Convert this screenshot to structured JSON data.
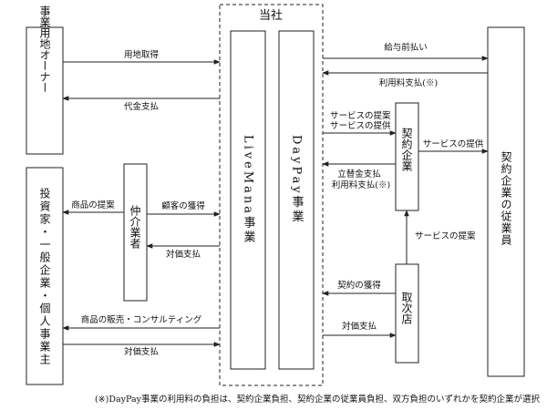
{
  "company_title": "当社",
  "entities": {
    "landowner": "事業用地オーナー",
    "investors": "投資家・一般企業・個人事業主",
    "broker": "仲介業者",
    "livemana": "LiveMana事業",
    "daypay": "DayPay事業",
    "contract_company": "契約企業",
    "agency": "取次店",
    "employees": "契約企業の従業員"
  },
  "flows": {
    "land_acquisition": "用地取得",
    "payment_to_owner": "代金支払",
    "product_proposal": "商品の提案",
    "customer_acquisition": "顧客の獲得",
    "price_payment_broker": "対価支払",
    "sales_consulting": "商品の販売・コンサルティング",
    "price_payment_investors": "対価支払",
    "salary_advance": "給与前払い",
    "usage_fee_payment": "利用料支払(※)",
    "service_proposal_provision_1": "サービスの提案",
    "service_proposal_provision_2": "サービスの提供",
    "service_provision": "サービスの提供",
    "advance_payment_1": "立替金支払",
    "advance_payment_2": "利用料支払(※)",
    "service_proposal": "サービスの提案",
    "contract_acquisition": "契約の獲得",
    "price_payment_agency": "対価支払"
  },
  "footnote": "(※)DayPay事業の利用料の負担は、契約企業負担、契約企業の従業員負担、双方負担のいずれかを契約企業が選択"
}
